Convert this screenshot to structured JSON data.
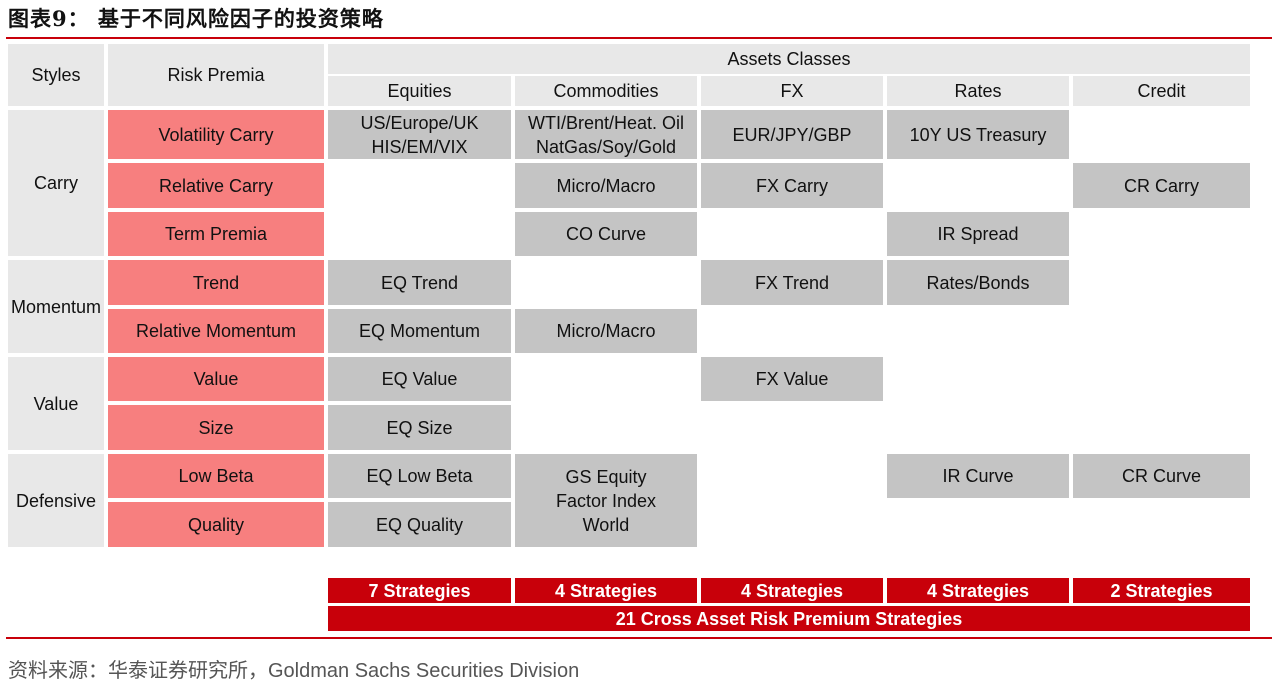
{
  "title": "图表9：  基于不同风险因子的投资策略",
  "header": {
    "styles": "Styles",
    "risk_premia": "Risk Premia",
    "assets_classes": "Assets Classes",
    "equities": "Equities",
    "commodities": "Commodities",
    "fx": "FX",
    "rates": "Rates",
    "credit": "Credit"
  },
  "styles": {
    "carry": "Carry",
    "momentum": "Momentum",
    "value": "Value",
    "defensive": "Defensive"
  },
  "premia": {
    "volatility_carry": "Volatility Carry",
    "relative_carry": "Relative Carry",
    "term_premia": "Term Premia",
    "trend": "Trend",
    "relative_momentum": "Relative Momentum",
    "value": "Value",
    "size": "Size",
    "low_beta": "Low Beta",
    "quality": "Quality"
  },
  "cells": {
    "vc_equities": "US/Europe/UK\nHIS/EM/VIX",
    "vc_commodities": "WTI/Brent/Heat. Oil\nNatGas/Soy/Gold",
    "vc_fx": "EUR/JPY/GBP",
    "vc_rates": "10Y US Treasury",
    "rc_commodities": "Micro/Macro",
    "rc_fx": "FX Carry",
    "rc_credit": "CR Carry",
    "tp_commodities": "CO Curve",
    "tp_rates": "IR Spread",
    "tr_equities": "EQ Trend",
    "tr_fx": "FX Trend",
    "tr_rates": "Rates/Bonds",
    "rm_equities": "EQ Momentum",
    "rm_commodities": "Micro/Macro",
    "va_equities": "EQ Value",
    "va_fx": "FX Value",
    "si_equities": "EQ Size",
    "lb_equities": "EQ Low Beta",
    "lbq_commodities": "GS Equity\nFactor Index\nWorld",
    "lb_rates": "IR Curve",
    "lb_credit": "CR Curve",
    "qu_equities": "EQ Quality"
  },
  "totals": {
    "equities": "7 Strategies",
    "commodities": "4 Strategies",
    "fx": "4 Strategies",
    "rates": "4 Strategies",
    "credit": "2 Strategies",
    "overall": "21 Cross Asset Risk Premium Strategies"
  },
  "source_cn": "资料来源：华泰证券研究所，",
  "source_en": "Goldman Sachs Securities Division",
  "colors": {
    "header_bg": "#e8e8e8",
    "premia_bg": "#f77f7f",
    "asset_bg": "#c4c4c4",
    "accent_red": "#c8000a"
  }
}
